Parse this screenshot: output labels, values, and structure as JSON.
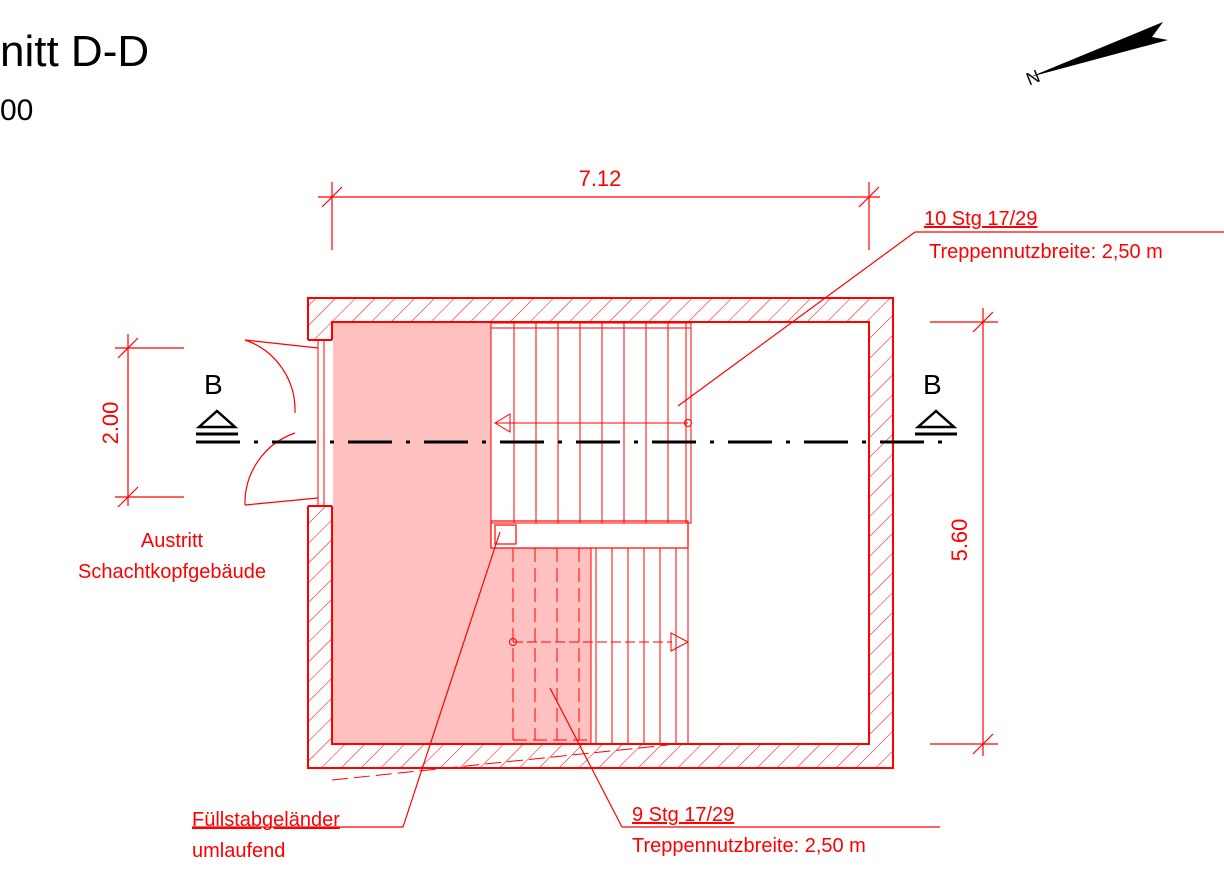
{
  "title": {
    "main": "nitt D-D",
    "scale": "00"
  },
  "north_label": "N",
  "dimensions": {
    "width": "7.12",
    "height": "5.60",
    "door": "2.00"
  },
  "section_markers": {
    "left": "B",
    "right": "B"
  },
  "annotations": {
    "stair_upper_steps": "10 Stg 17/29",
    "stair_upper_width": "Treppennutzbreite: 2,50 m",
    "stair_lower_steps": "9 Stg 17/29",
    "stair_lower_width": "Treppennutzbreite: 2,50 m",
    "exit_line1": "Austritt",
    "exit_line2": "Schachtkopfgebäude",
    "railing_line1": "Füllstabgeländer",
    "railing_line2": "umlaufend"
  },
  "colors": {
    "red": "#ff0000",
    "fill": "#ffc0c0",
    "black": "#000000"
  }
}
